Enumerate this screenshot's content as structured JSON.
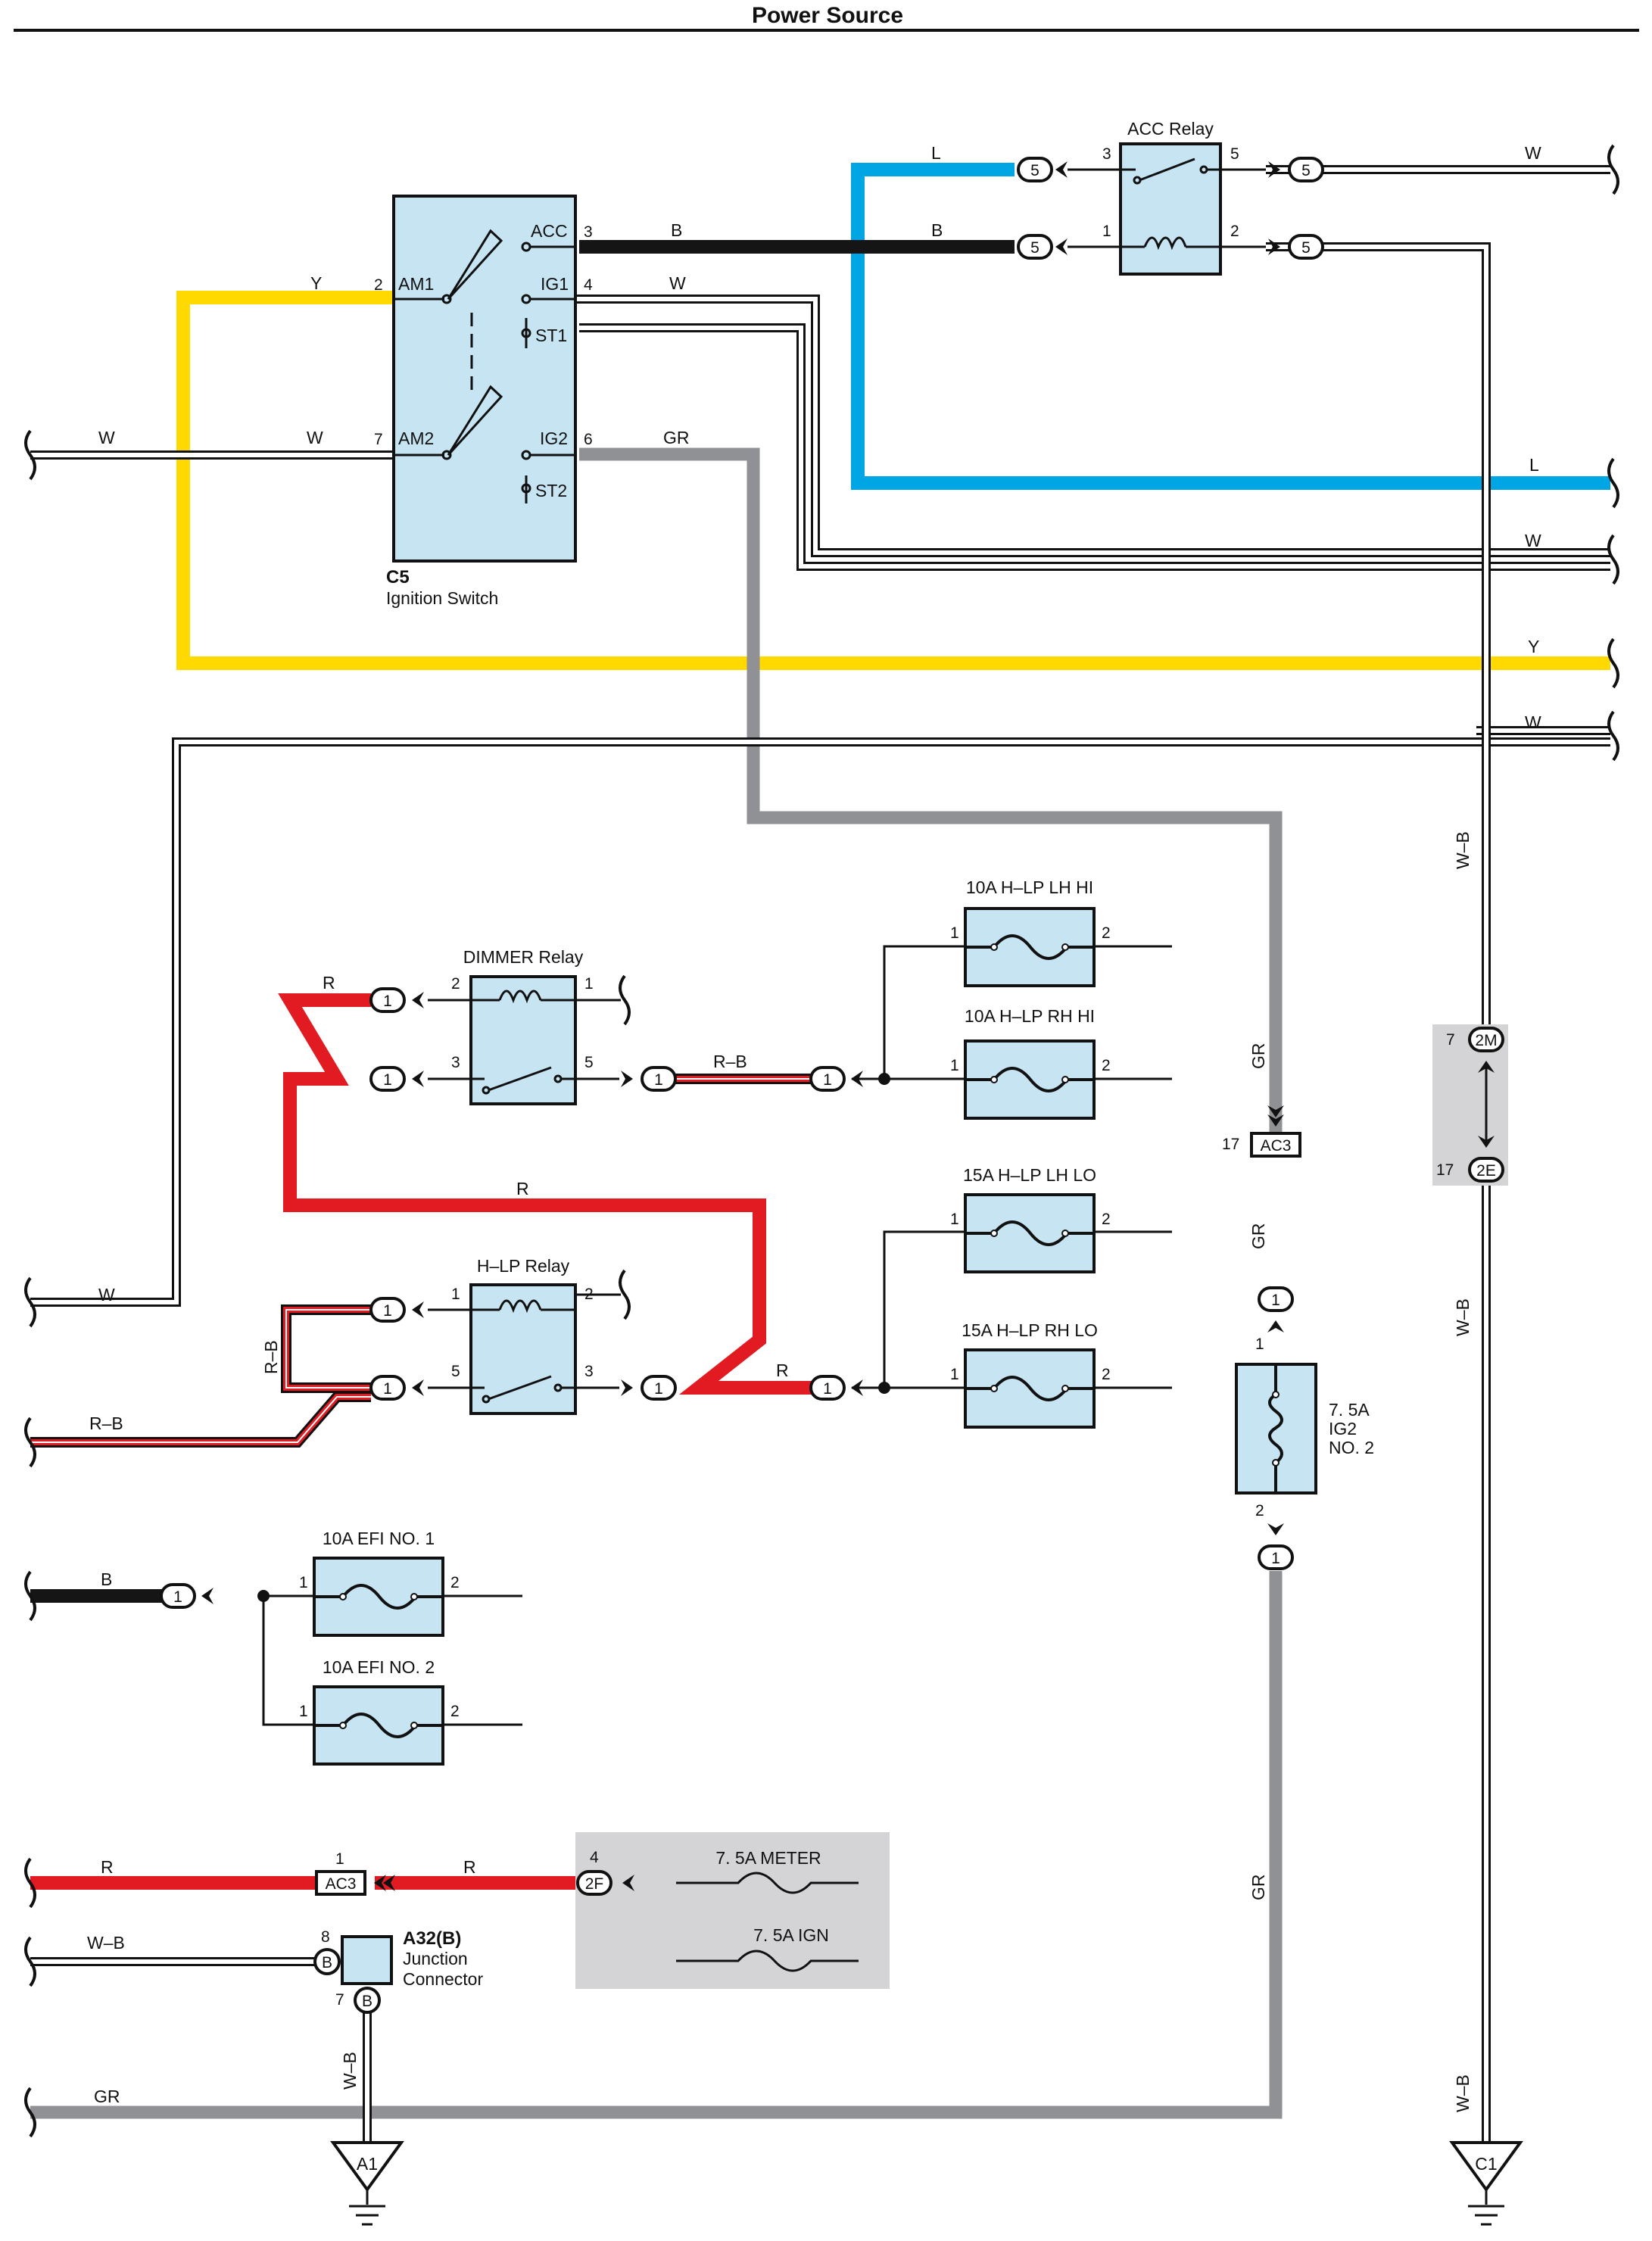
{
  "title": "Power Source",
  "wire_colors": {
    "Y": "#ffd900",
    "L": "#00a6e4",
    "B": "#151515",
    "R": "#e21a22",
    "GR": "#8f9194",
    "W": "#ffffff",
    "panel": "#c6e4f2"
  },
  "components": {
    "ignition_switch": {
      "code": "C5",
      "name": "Ignition Switch",
      "terminals": [
        "ACC",
        "IG1",
        "ST1",
        "AM1",
        "AM2",
        "IG2",
        "ST2"
      ],
      "pins": [
        "2",
        "7",
        "3",
        "4",
        "6"
      ]
    },
    "acc_relay": {
      "name": "ACC Relay",
      "pins": [
        "3",
        "5",
        "1",
        "2"
      ]
    },
    "dimmer_relay": {
      "name": "DIMMER Relay",
      "pins": [
        "2",
        "1",
        "3",
        "5"
      ]
    },
    "hlp_relay": {
      "name": "H–LP Relay",
      "pins": [
        "1",
        "2",
        "5",
        "3"
      ]
    },
    "fuses": {
      "hlp_lh_hi": "10A H–LP LH HI",
      "hlp_rh_hi": "10A H–LP RH HI",
      "hlp_lh_lo": "15A H–LP LH LO",
      "hlp_rh_lo": "15A H–LP RH LO",
      "efi1": "10A EFI NO. 1",
      "efi2": "10A EFI NO. 2",
      "meter": "7. 5A METER",
      "ign": "7. 5A IGN",
      "ig2": [
        "7. 5A",
        "IG2",
        "NO. 2"
      ]
    },
    "junction": {
      "code": "A32(B)",
      "name1": "Junction",
      "name2": "Connector"
    }
  },
  "connectors": {
    "five": "5",
    "one": "1",
    "ac3": "AC3",
    "ac3_pin_r": "17",
    "ac3_pin_l": "1",
    "c2m": "2M",
    "c2m_pin": "7",
    "c2e": "2E",
    "c2e_pin": "17",
    "c2f": "2F",
    "c2f_pin": "4",
    "jb": "B",
    "jb_pin_top": "8",
    "jb_pin_bottom": "7",
    "fuse_pin1": "1",
    "fuse_pin2": "2"
  },
  "grounds": [
    "A1",
    "C1"
  ],
  "wire_labels": {
    "Y": "Y",
    "W": "W",
    "B": "B",
    "GR": "GR",
    "L": "L",
    "R": "R",
    "RB": "R–B",
    "WB": "W–B"
  }
}
